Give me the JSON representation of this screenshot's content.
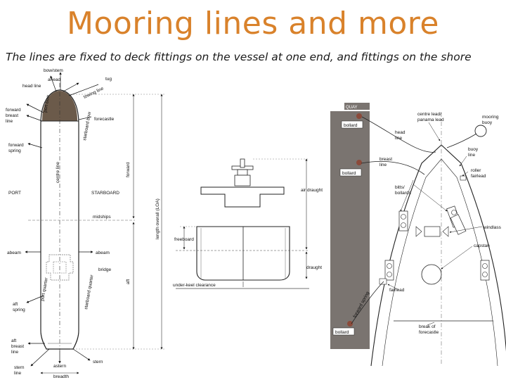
{
  "page": {
    "title": "Mooring lines and more",
    "subtitle": "The lines are fixed to deck fittings on the vessel at one end, and fittings on the shore"
  },
  "ship_plan": {
    "labels": {
      "bow_stem": "bow/stem",
      "ahead": "ahead",
      "head_line": "head line",
      "port_bow": "port bow",
      "towing_line": "towing line",
      "tug": "tug",
      "forward_breast_line": [
        "forward",
        "breast",
        "line"
      ],
      "forward_spring": [
        "forward",
        "spring"
      ],
      "forecastle": "forecastle",
      "starboard_bow": "starboard bow",
      "centre_line": "centre line",
      "forward": "forward",
      "port": "PORT",
      "starboard": "STARBOARD",
      "midships": "midships",
      "loa": "length overall (LOA)",
      "abeam_left": "abeam",
      "abeam_right": "abeam",
      "bridge": "bridge",
      "port_quarter": "port quarter",
      "starboard_quarter": "starboard quarter",
      "aft": "aft",
      "aft_spring": [
        "aft",
        "spring"
      ],
      "aft_breast_line": [
        "aft",
        "breast",
        "line"
      ],
      "astern": "astern",
      "stern": "stern",
      "stern_line": [
        "stern",
        "line"
      ],
      "breadth": "breadth"
    }
  },
  "cross_section": {
    "labels": {
      "air_draught": "air draught",
      "freeboard": "freeboard",
      "draught": "draught",
      "under_keel_clearance": "under-keel clearance"
    }
  },
  "quay_plan": {
    "labels": {
      "quay": "QUAY",
      "bollard_top": "bollard",
      "bollard_mid": "bollard",
      "bollard_bottom": "bollard",
      "centre_lead": [
        "centre lead/",
        "panama lead"
      ],
      "head_line": [
        "head",
        "line"
      ],
      "breast_line": [
        "breast",
        "line"
      ],
      "bitts": [
        "bitts/",
        "bollards"
      ],
      "mooring_buoy": [
        "mooring",
        "buoy"
      ],
      "buoy_line": [
        "buoy",
        "line"
      ],
      "roller_fairlead": [
        "roller",
        "fairlead"
      ],
      "windlass": "windlass",
      "capstan": "capstan",
      "fairlead": "fairlead",
      "forward_spring": "forward spring",
      "break_of_forecastle": [
        "break of",
        "forecastle"
      ]
    }
  }
}
